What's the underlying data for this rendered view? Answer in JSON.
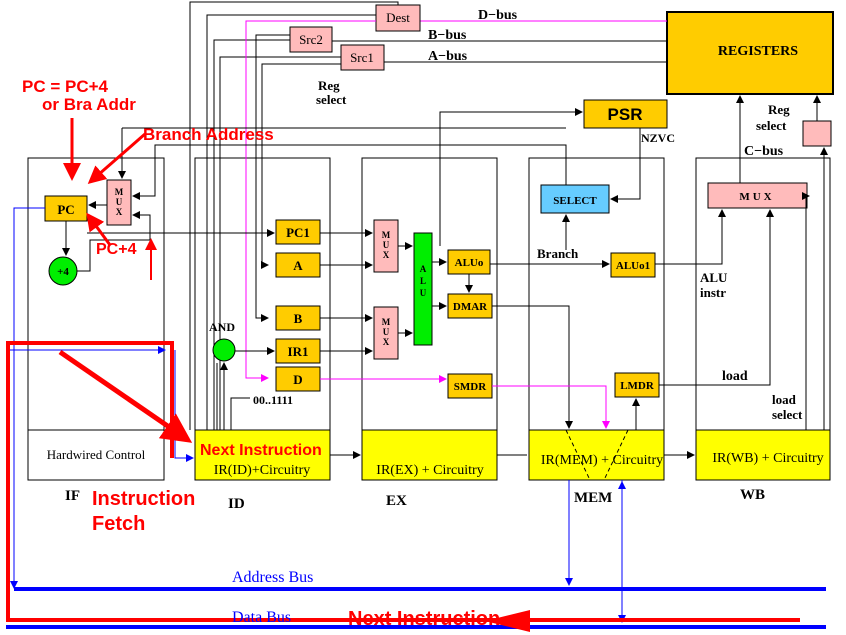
{
  "colors": {
    "stage_box": "#ffffff",
    "yellow": "#ffff00",
    "gold": "#ffcc00",
    "pink": "#ffbbbb",
    "green": "#00ee00",
    "lightblue": "#66ccff",
    "red": "#ff0000",
    "blue": "#0000ff",
    "magenta": "#ff00ff",
    "black": "#000000"
  },
  "stages": {
    "if": "IF",
    "id": "ID",
    "ex": "EX",
    "mem": "MEM",
    "wb": "WB"
  },
  "registers_label": "REGISTERS",
  "buses": {
    "d_bus": "D−bus",
    "b_bus": "B−bus",
    "a_bus": "A−bus",
    "c_bus": "C−bus",
    "address_bus": "Address Bus",
    "data_bus": "Data Bus"
  },
  "pipeline_regs": {
    "dest": "Dest",
    "src2": "Src2",
    "src1": "Src1",
    "psr": "PSR",
    "nzvc": "NZVC",
    "select": "SELECT",
    "pc": "PC",
    "plus4": "+4",
    "pc1": "PC1",
    "a": "A",
    "b": "B",
    "ir1": "IR1",
    "d": "D",
    "and": "AND",
    "const": "00..1111",
    "alu": "ALU",
    "aluo": "ALUo",
    "dmar": "DMAR",
    "smdr": "SMDR",
    "aluo1": "ALUo1",
    "lmdr": "LMDR",
    "mux": "MUX"
  },
  "circuitry": {
    "hardwired": "Hardwired Control",
    "ir_id": "IR(ID)+Circuitry",
    "ir_ex": "IR(EX) + Circuitry",
    "ir_mem": "IR(MEM) + Circuitry",
    "ir_wb": "IR(WB) + Circuitry"
  },
  "labels": {
    "reg_select_1a": "Reg",
    "reg_select_1b": "select",
    "reg_select_2a": "Reg",
    "reg_select_2b": "select",
    "branch": "Branch",
    "alu_instr_a": "ALU",
    "alu_instr_b": "instr",
    "load": "load",
    "load_select_a": "load",
    "load_select_b": "select"
  },
  "annotations": {
    "pc_eq_a": "PC = PC+4",
    "pc_eq_b": "or Bra Addr",
    "branch_address": "Branch Address",
    "pc_plus4": "PC+4",
    "next_instruction_top": "Next Instruction",
    "instruction_fetch_a": "Instruction",
    "instruction_fetch_b": "Fetch",
    "next_instruction_bottom": "Next Instruction"
  }
}
